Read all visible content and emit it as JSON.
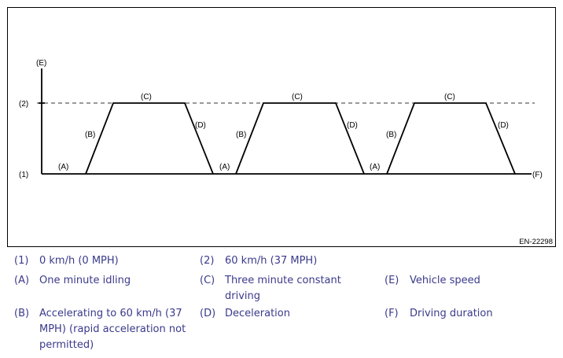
{
  "figure": {
    "labels": {
      "E": "(E)",
      "F": "(F)",
      "level2": "(2)",
      "level1": "(1)",
      "A": "(A)",
      "B": "(B)",
      "C": "(C)",
      "D": "(D)"
    },
    "code": "EN-22298"
  },
  "legend": [
    {
      "code": "(1)",
      "text": "0 km/h (0 MPH)"
    },
    {
      "code": "(2)",
      "text": "60 km/h (37 MPH)"
    },
    {
      "code": "(A)",
      "text": "One minute idling"
    },
    {
      "code": "(C)",
      "text": "Three minute constant driving"
    },
    {
      "code": "(E)",
      "text": "Vehicle speed"
    },
    {
      "code": "(B)",
      "text": "Accelerating to 60 km/h (37 MPH) (rapid acceleration not permitted)"
    },
    {
      "code": "(D)",
      "text": "Deceleration"
    },
    {
      "code": "(F)",
      "text": "Driving duration"
    }
  ],
  "colors": {
    "legend_text": "#3a3a8c",
    "line": "#000000"
  }
}
